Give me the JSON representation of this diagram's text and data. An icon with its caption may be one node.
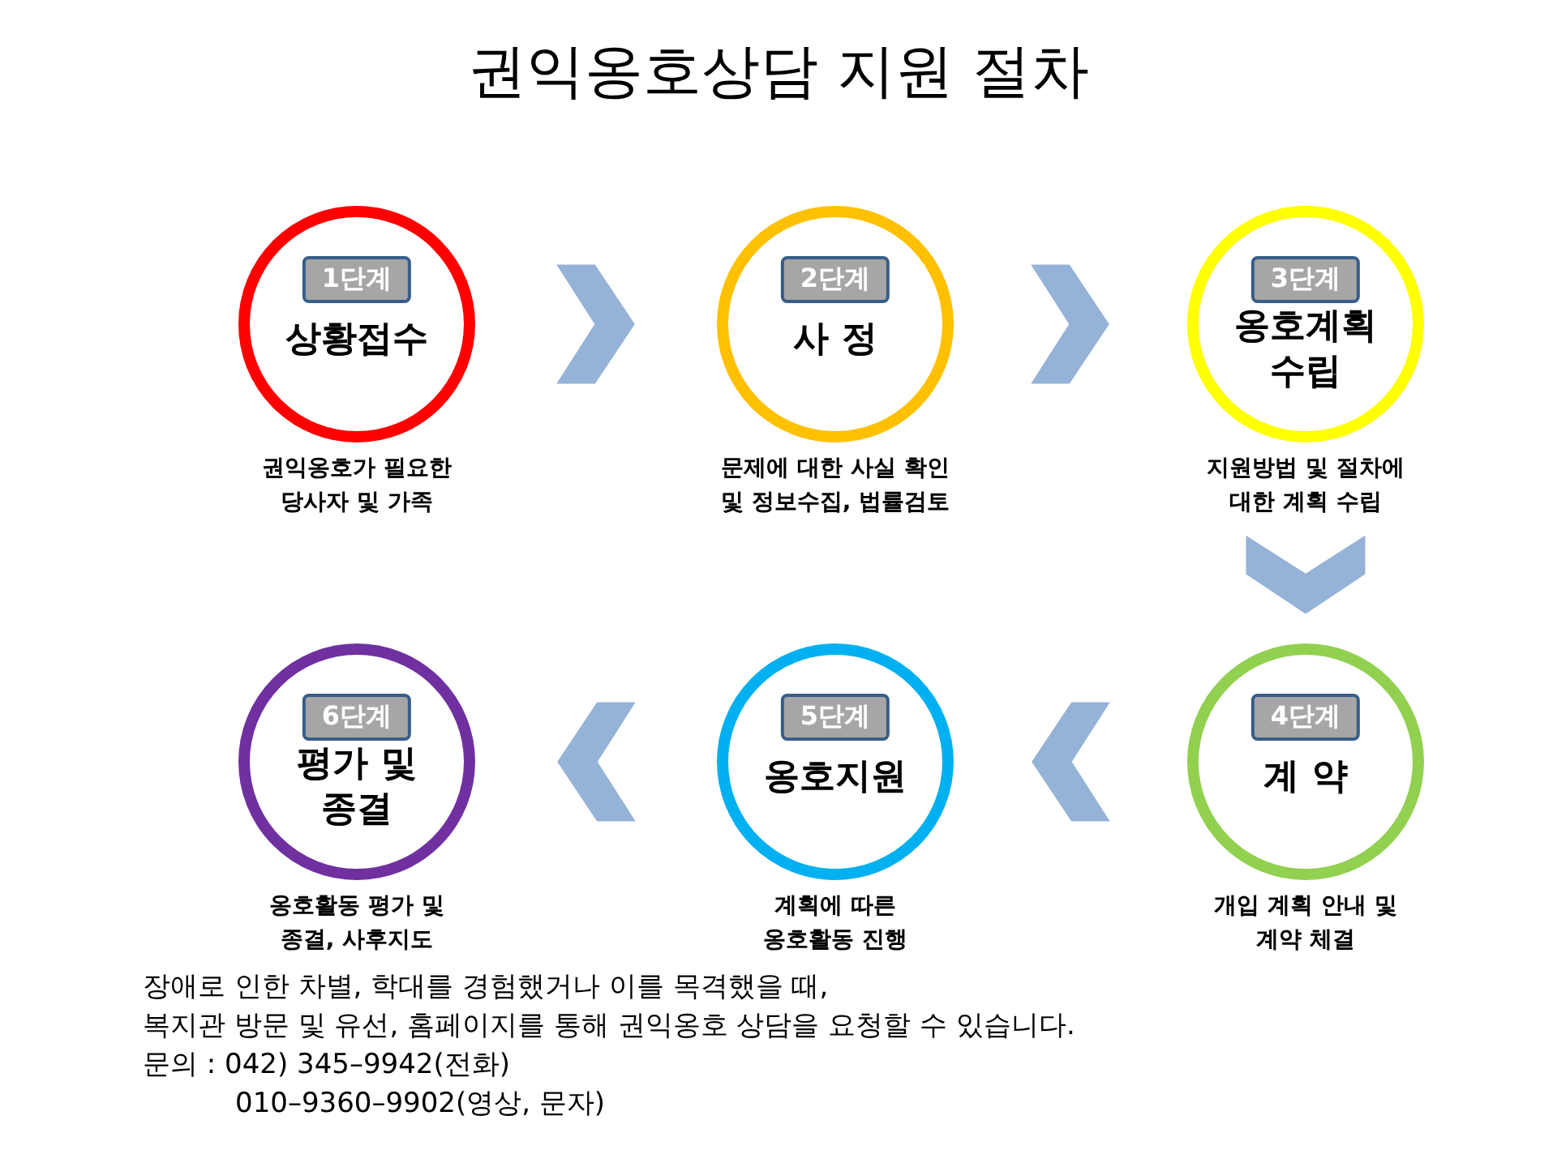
{
  "diagram": {
    "title": "권익옹호상담 지원 절차",
    "nodes": [
      {
        "text": [
          "1단계",
          "상황접수"
        ],
        "beside": [
          "권익옹호가 필요한 당사자 및 가족"
        ]
      },
      {
        "text": [
          "2단계",
          "사 정"
        ],
        "beside": [
          "문제에 대한 사실 확인 및 정보수집, 법률검토"
        ]
      },
      {
        "text": [
          "3단계",
          "옹호계획 수립"
        ],
        "beside": [
          "지원방법 및 절차에 대한 계획 수립"
        ]
      },
      {
        "text": [
          "4단계",
          "계 약"
        ],
        "beside": [
          "개입 계획 안내 및 계약 체결"
        ]
      },
      {
        "text": [
          "5단계",
          "옹호지원"
        ],
        "beside": [
          "계획에 따른 옹호활동 진행"
        ]
      },
      {
        "text": [
          "6단계",
          "평가 및 종결"
        ],
        "beside": [
          "옹호활동 평가 및 종결, 사후지도"
        ]
      }
    ],
    "edges": [
      {
        "from": 0,
        "to": 1,
        "arrow": "to"
      },
      {
        "from": 1,
        "to": 2,
        "arrow": "to"
      },
      {
        "from": 2,
        "to": 3,
        "arrow": "to"
      },
      {
        "from": 3,
        "to": 4,
        "arrow": "to"
      },
      {
        "from": 4,
        "to": 5,
        "arrow": "to"
      }
    ],
    "labels": [
      "장애로 인한 차별, 학대를 경험했거나 이를 목격했을 때,",
      "복지관 방문 및 유선, 홈페이지를 통해 권익옹호 상담을 요청할 수 있습니다.",
      "문의 : 042) 345–9942(전화)",
      "010–9360–9902(영상, 문자)"
    ]
  }
}
